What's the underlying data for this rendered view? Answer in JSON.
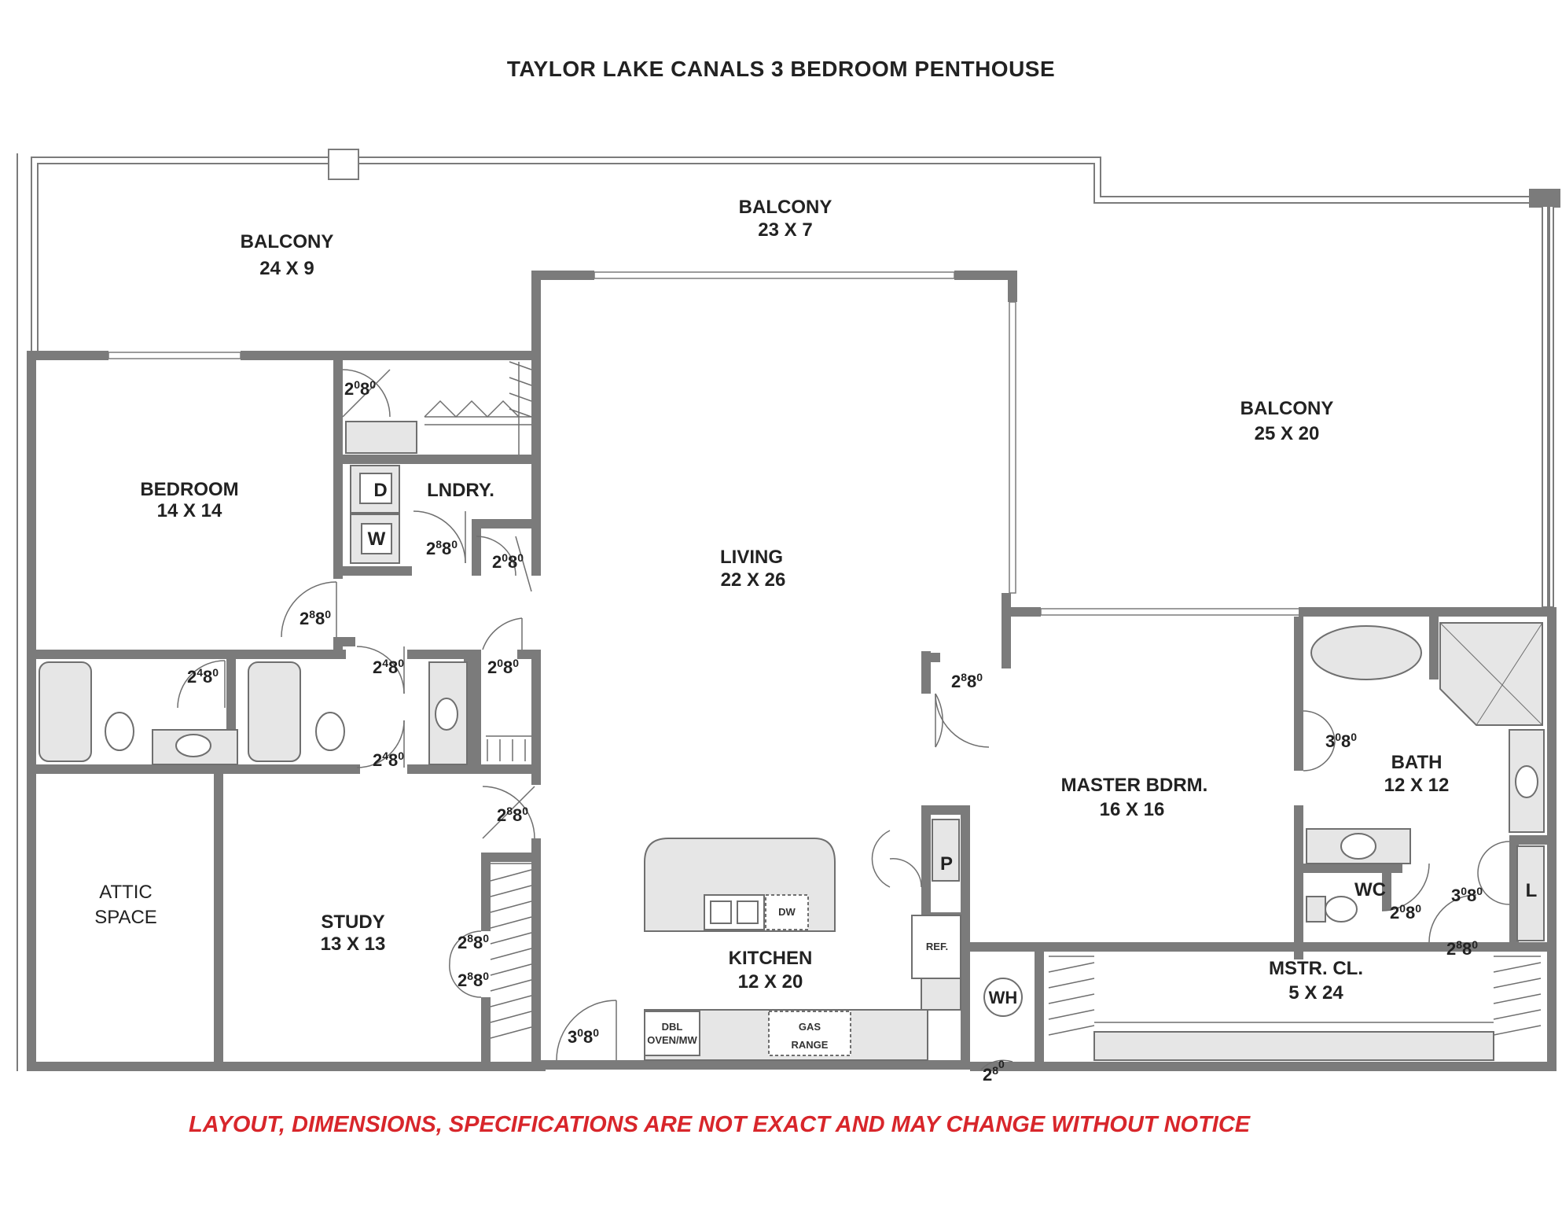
{
  "title": "TAYLOR LAKE CANALS 3 BEDROOM PENTHOUSE",
  "disclaimer": "LAYOUT, DIMENSIONS, SPECIFICATIONS ARE NOT EXACT AND MAY CHANGE WITHOUT NOTICE",
  "colors": {
    "wall": "#7b7b7b",
    "fixture_fill": "#e6e6e6",
    "disclaimer": "#d8262b"
  },
  "rooms": {
    "balcony_west": {
      "name": "BALCONY",
      "size": "24 X 9"
    },
    "balcony_north": {
      "name": "BALCONY",
      "size": "23 X 7"
    },
    "balcony_east": {
      "name": "BALCONY",
      "size": "25 X 20"
    },
    "bedroom": {
      "name": "BEDROOM",
      "size": "14 X 14"
    },
    "laundry": {
      "name": "LNDRY."
    },
    "living": {
      "name": "LIVING",
      "size": "22 X 26"
    },
    "master_bedroom": {
      "name": "MASTER BDRM.",
      "size": "16 X 16"
    },
    "bath": {
      "name": "BATH",
      "size": "12 X 12"
    },
    "wc": {
      "name": "WC"
    },
    "attic": {
      "name_line1": "ATTIC",
      "name_line2": "SPACE"
    },
    "study": {
      "name": "STUDY",
      "size": "13 X 13"
    },
    "kitchen": {
      "name": "KITCHEN",
      "size": "12 X 20"
    },
    "master_closet": {
      "name": "MSTR. CL.",
      "size": "5 X 24"
    }
  },
  "fixture_labels": {
    "dryer": "D",
    "washer": "W",
    "pantry": "P",
    "linen": "L",
    "water_heater": "WH",
    "refrigerator": "REF.",
    "dishwasher": "DW",
    "oven_line1": "DBL",
    "oven_line2": "OVEN/MW",
    "range_line1": "GAS",
    "range_line2": "RANGE"
  },
  "door_sizes": [
    {
      "id": "closet-bedroom",
      "w": "2",
      "w_in": "0",
      "h": "8",
      "h_in": "0"
    },
    {
      "id": "laundry",
      "w": "2",
      "w_in": "8",
      "h": "8",
      "h_in": "0"
    },
    {
      "id": "laundry-closet",
      "w": "2",
      "w_in": "0",
      "h": "8",
      "h_in": "0"
    },
    {
      "id": "bedroom",
      "w": "2",
      "w_in": "8",
      "h": "8",
      "h_in": "0"
    },
    {
      "id": "bath1",
      "w": "2",
      "w_in": "4",
      "h": "8",
      "h_in": "0"
    },
    {
      "id": "bath2-upper",
      "w": "2",
      "w_in": "4",
      "h": "8",
      "h_in": "0"
    },
    {
      "id": "hall-closet",
      "w": "2",
      "w_in": "0",
      "h": "8",
      "h_in": "0"
    },
    {
      "id": "bath2-lower",
      "w": "2",
      "w_in": "4",
      "h": "8",
      "h_in": "0"
    },
    {
      "id": "study",
      "w": "2",
      "w_in": "8",
      "h": "8",
      "h_in": "0"
    },
    {
      "id": "study-closet-1",
      "w": "2",
      "w_in": "8",
      "h": "8",
      "h_in": "0"
    },
    {
      "id": "study-closet-2",
      "w": "2",
      "w_in": "8",
      "h": "8",
      "h_in": "0"
    },
    {
      "id": "entry",
      "w": "3",
      "w_in": "0",
      "h": "8",
      "h_in": "0"
    },
    {
      "id": "master",
      "w": "2",
      "w_in": "8",
      "h": "8",
      "h_in": "0"
    },
    {
      "id": "master-bath",
      "w": "3",
      "w_in": "0",
      "h": "8",
      "h_in": "0"
    },
    {
      "id": "wc",
      "w": "2",
      "w_in": "0",
      "h": "8",
      "h_in": "0"
    },
    {
      "id": "linen",
      "w": "3",
      "w_in": "0",
      "h": "8",
      "h_in": "0"
    },
    {
      "id": "master-closet",
      "w": "2",
      "w_in": "8",
      "h": "8",
      "h_in": "0"
    },
    {
      "id": "wh-partial",
      "w": "2",
      "w_in": "8",
      "h": "",
      "h_in": "0"
    }
  ]
}
